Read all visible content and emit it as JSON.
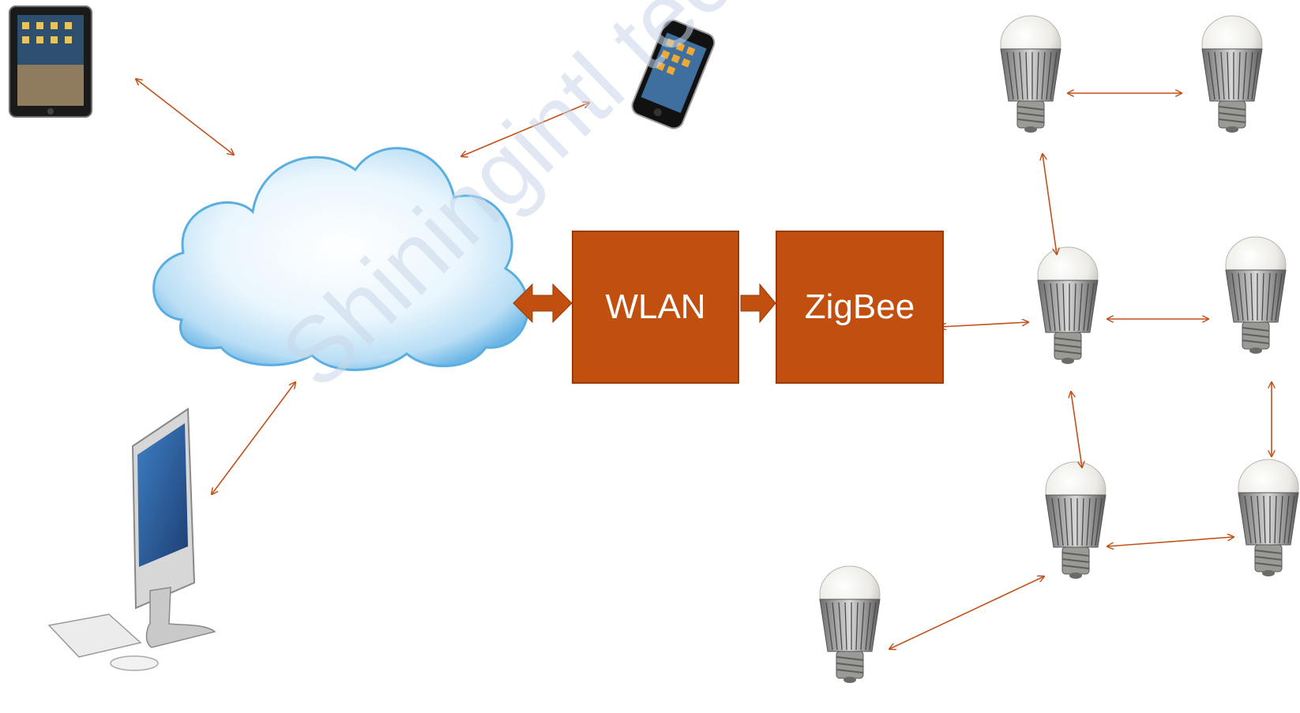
{
  "boxes": {
    "wlan": "WLAN",
    "zigbee": "ZigBee"
  },
  "watermark": "Shiningintl technology",
  "colors": {
    "box": "#c14f0f",
    "arrow": "#c0521a",
    "cloud_edge": "#4fa3db",
    "cloud_fill": "#dff0fb"
  },
  "devices": [
    "tablet-icon",
    "smartphone-icon",
    "desktop-computer-icon",
    "cloud-icon",
    "light-bulb-icon"
  ]
}
